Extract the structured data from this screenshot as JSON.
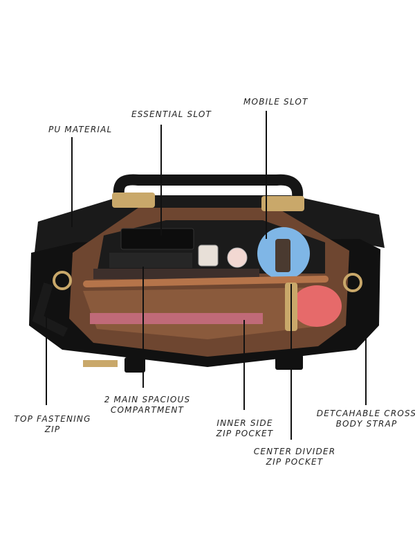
{
  "callouts": {
    "pu_material": "PU MATERIAL",
    "essential_slot": "ESSENTIAL SLOT",
    "mobile_slot": "MOBILE SLOT",
    "top_zip_line1": "TOP FASTENING",
    "top_zip_line2": "ZIP",
    "main_compartment_line1": "2 MAIN SPACIOUS",
    "main_compartment_line2": "COMPARTMENT",
    "inner_side_line1": "INNER SIDE",
    "inner_side_line2": "ZIP POCKET",
    "center_divider_line1": "CENTER DIVIDER",
    "center_divider_line2": "ZIP POCKET",
    "strap_line1": "DETCAHABLE CROSS",
    "strap_line2": "BODY STRAP"
  },
  "colors": {
    "bag_leather": "#141414",
    "lining": "#8a5a3c",
    "zip_tan": "#b5744a",
    "hardware_gold": "#c9a86a"
  }
}
